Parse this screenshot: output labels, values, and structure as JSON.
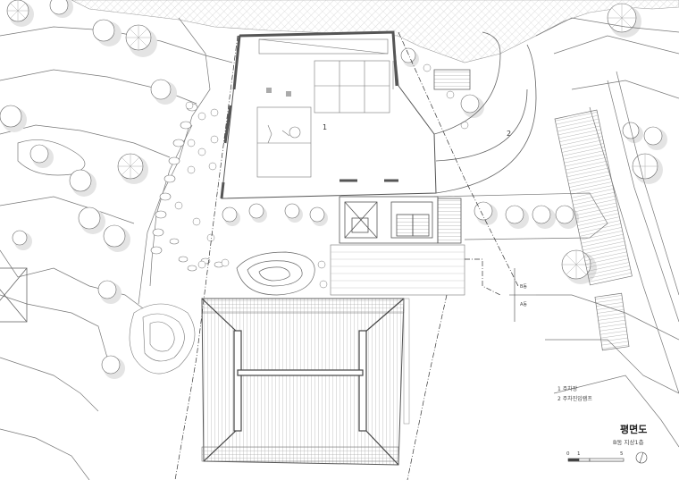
{
  "drawing": {
    "title": "평면도",
    "subtitle": "B동 지상1층"
  },
  "rooms": [
    {
      "num": "1"
    },
    {
      "num": "2"
    }
  ],
  "legend": [
    {
      "text": "1  주차장"
    },
    {
      "text": "2  주차진입램프"
    }
  ],
  "section_marks": {
    "upper": "B동",
    "lower": "A동"
  },
  "scale": {
    "t0": "0",
    "t1": "1",
    "t5": "5"
  },
  "colors": {
    "line": "#6e6e6e",
    "wall": "#555555",
    "tree_shadow": "#e2e2e2",
    "water_hatch": "#d0d0d0"
  }
}
